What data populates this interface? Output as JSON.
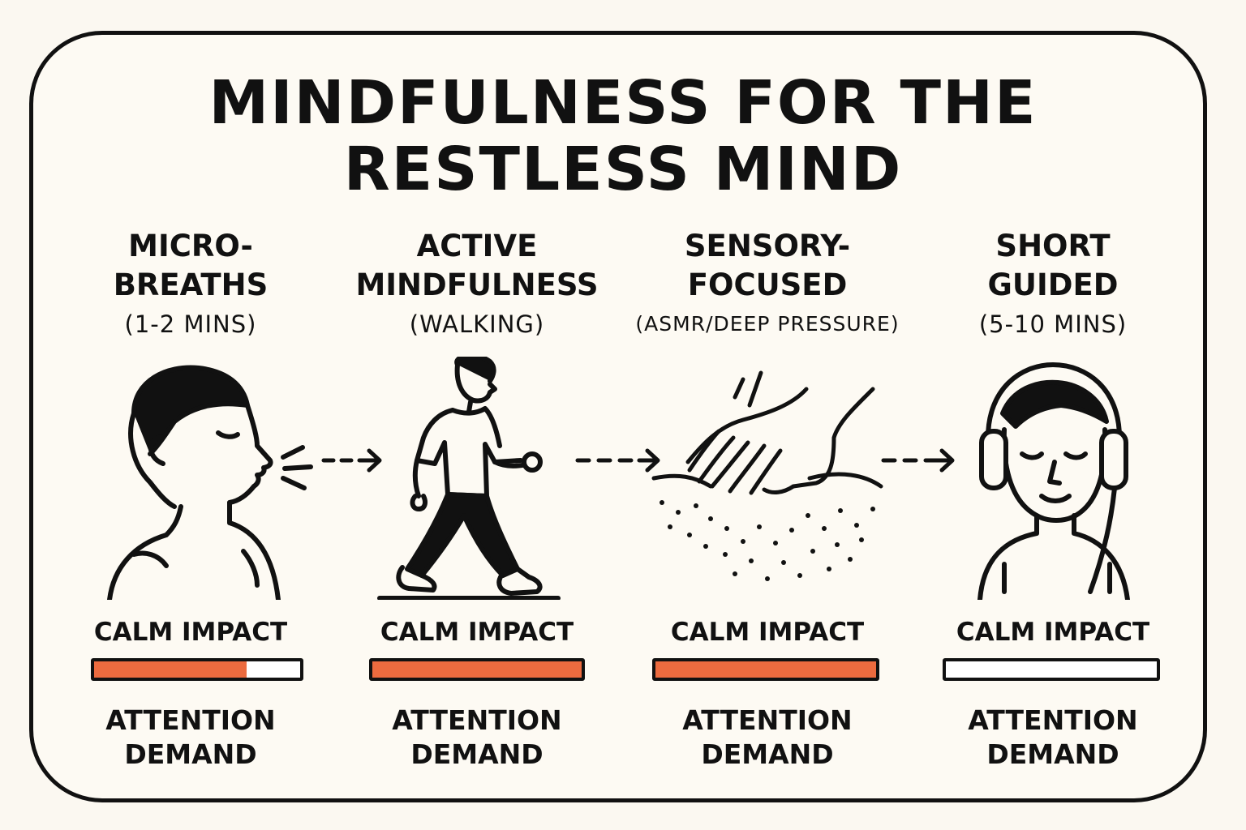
{
  "title": {
    "line1": "MINDFULNESS FOR THE",
    "line2": "RESTLESS MIND"
  },
  "accent_color": "#ec6b3f",
  "methods": [
    {
      "name_line1": "MICRO-",
      "name_line2": "BREATHS",
      "detail": "(1-2 MINS)",
      "icon": "breathing-person-icon",
      "calm_label": "CALM IMPACT",
      "calm_impact": 0.74,
      "attention_label_1": "ATTENTION",
      "attention_label_2": "DEMAND"
    },
    {
      "name_line1": "ACTIVE",
      "name_line2": "MINDFULNESS",
      "detail": "(WALKING)",
      "icon": "walking-person-icon",
      "calm_label": "CALM IMPACT",
      "calm_impact": 1.0,
      "attention_label_1": "ATTENTION",
      "attention_label_2": "DEMAND"
    },
    {
      "name_line1": "SENSORY-",
      "name_line2": "FOCUSED",
      "detail": "(ASMR/DEEP PRESSURE)",
      "icon": "hand-touching-sand-icon",
      "calm_label": "CALM IMPACT",
      "calm_impact": 1.0,
      "attention_label_1": "ATTENTION",
      "attention_label_2": "DEMAND"
    },
    {
      "name_line1": "SHORT",
      "name_line2": "GUIDED",
      "detail": "(5-10 MINS)",
      "icon": "headphones-person-icon",
      "calm_label": "CALM IMPACT",
      "calm_impact": 0.0,
      "attention_label_1": "ATTENTION",
      "attention_label_2": "DEMAND"
    }
  ]
}
